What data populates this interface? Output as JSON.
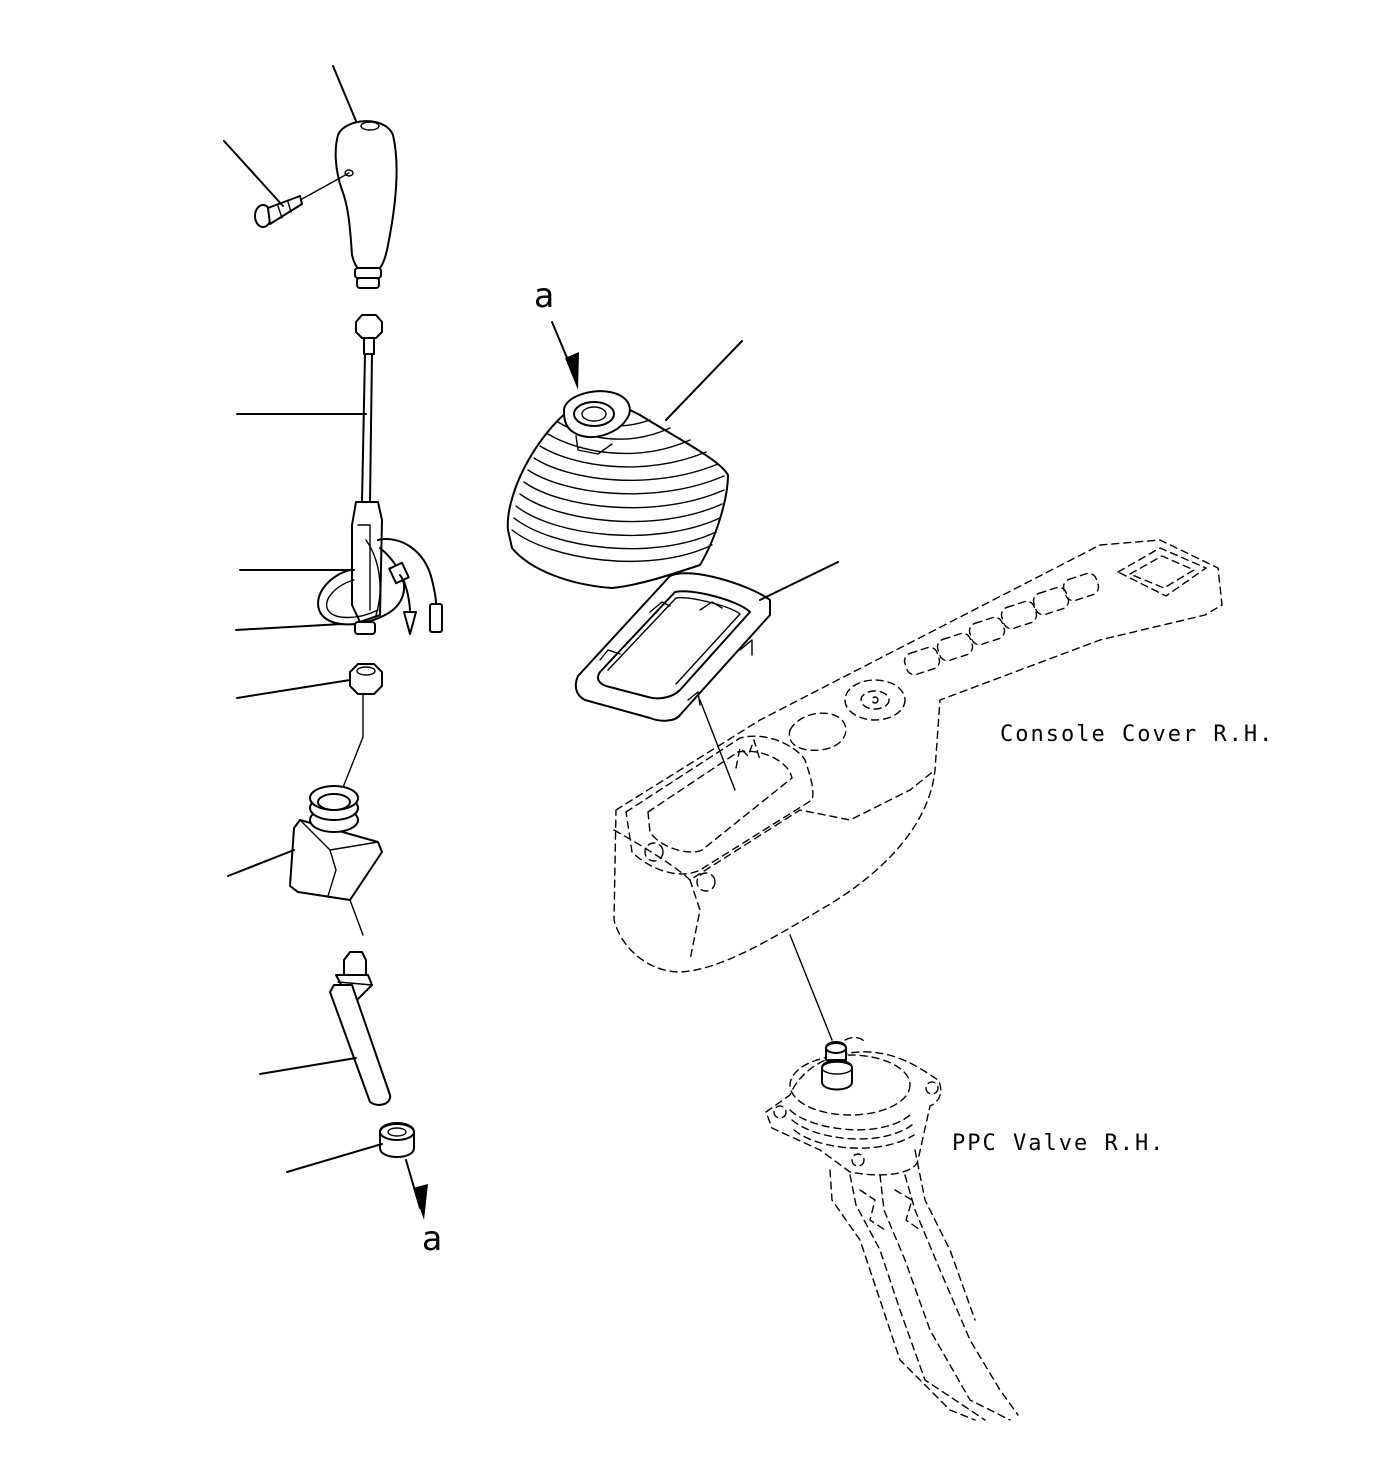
{
  "diagram": {
    "labels": {
      "console_cover": "Console Cover R.H.",
      "ppc_valve": "PPC Valve R.H."
    },
    "reference_marks": {
      "top": "a",
      "bottom": "a"
    }
  }
}
